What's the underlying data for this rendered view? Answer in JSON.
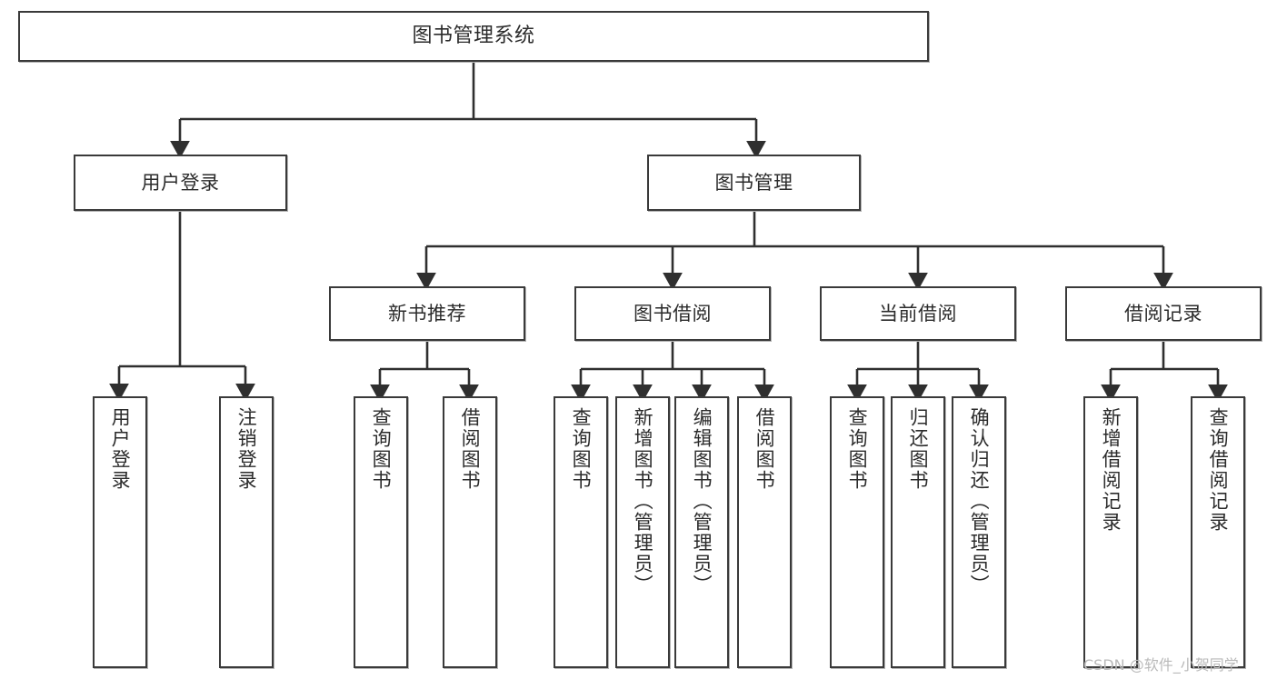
{
  "diagram": {
    "type": "tree",
    "title": "图书管理系统",
    "orientation": "top-down",
    "colors": {
      "box_border": "#3a3a3a",
      "box_fill": "#ffffff",
      "connector": "#2f2f2f",
      "text": "#2b2b2b",
      "watermark": "#b9b9b9"
    },
    "nodes": {
      "root": {
        "label": "图书管理系统"
      },
      "level2": [
        {
          "id": "user-login",
          "label": "用户登录"
        },
        {
          "id": "book-manage",
          "label": "图书管理"
        }
      ],
      "level3": [
        {
          "id": "new-book-recommend",
          "label": "新书推荐"
        },
        {
          "id": "book-borrow",
          "label": "图书借阅"
        },
        {
          "id": "current-borrow",
          "label": "当前借阅"
        },
        {
          "id": "borrow-record",
          "label": "借阅记录"
        }
      ],
      "leaves": {
        "user-login": [
          {
            "id": "leaf-user-login",
            "label": "用户登录"
          },
          {
            "id": "leaf-logout-login",
            "label": "注销登录"
          }
        ],
        "new-book-recommend": [
          {
            "id": "leaf-query-book-1",
            "label": "查询图书"
          },
          {
            "id": "leaf-borrow-book-1",
            "label": "借阅图书"
          }
        ],
        "book-borrow": [
          {
            "id": "leaf-query-book-2",
            "label": "查询图书"
          },
          {
            "id": "leaf-add-book-admin",
            "label": "新增图书（管理员）"
          },
          {
            "id": "leaf-edit-book-admin",
            "label": "编辑图书（管理员）"
          },
          {
            "id": "leaf-borrow-book-2",
            "label": "借阅图书"
          }
        ],
        "current-borrow": [
          {
            "id": "leaf-query-book-3",
            "label": "查询图书"
          },
          {
            "id": "leaf-return-book",
            "label": "归还图书"
          },
          {
            "id": "leaf-confirm-return-admin",
            "label": "确认归还（管理员）"
          }
        ],
        "borrow-record": [
          {
            "id": "leaf-add-borrow-record",
            "label": "新增借阅记录"
          },
          {
            "id": "leaf-query-borrow-record",
            "label": "查询借阅记录"
          }
        ]
      }
    },
    "watermark": "CSDN @软件_小贺同学"
  }
}
